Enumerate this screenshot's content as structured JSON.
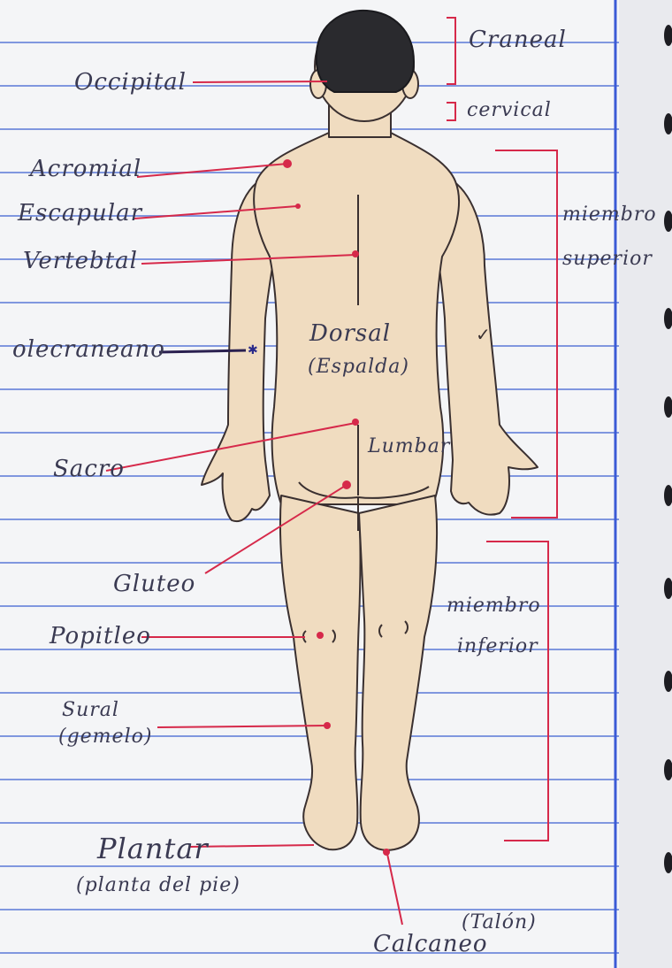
{
  "labels": {
    "craneal": "Craneal",
    "cervical": "cervical",
    "occipital": "Occipital",
    "acromial": "Acromial",
    "escapular": "Escapular",
    "vertebral": "Vertebtal",
    "olecraneano": "olecraneano",
    "dorsal": "Dorsal",
    "espalda": "(Espalda)",
    "lumbar": "Lumbar",
    "sacro": "Sacro",
    "gluteo": "Gluteo",
    "popliteo": "Popitleo",
    "sural": "Sural",
    "gemelo": "(gemelo)",
    "plantar": "Plantar",
    "planta": "(planta del pie)",
    "talon": "(Talón)",
    "calcaneo": "Calcaneo",
    "miembro_superior_1": "miembro",
    "miembro_superior_2": "superior",
    "miembro_inferior_1": "miembro",
    "miembro_inferior_2": "inferior"
  },
  "colors": {
    "paper": "#f3f4f6",
    "rule_line": "#4f6fd0",
    "margin_line": "#3b5bd6",
    "skin": "#f0dcc0",
    "hair": "#2a2a2e",
    "outline": "#3a3030",
    "red_marker": "#d6294a"
  }
}
